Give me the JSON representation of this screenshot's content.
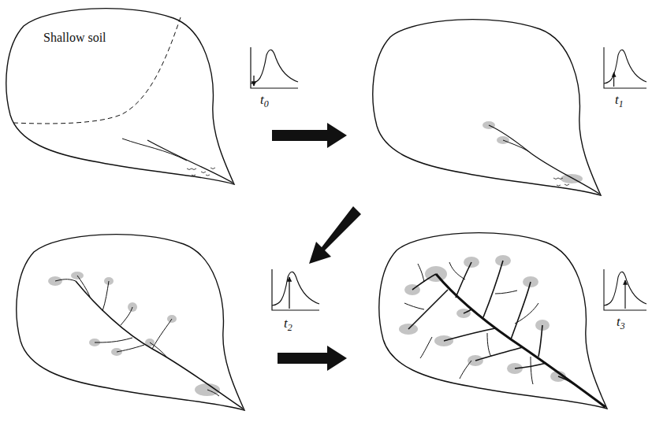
{
  "diagram": {
    "labels": [
      "Shallow soil",
      "t0",
      "t1",
      "t2",
      "t3"
    ]
  }
}
